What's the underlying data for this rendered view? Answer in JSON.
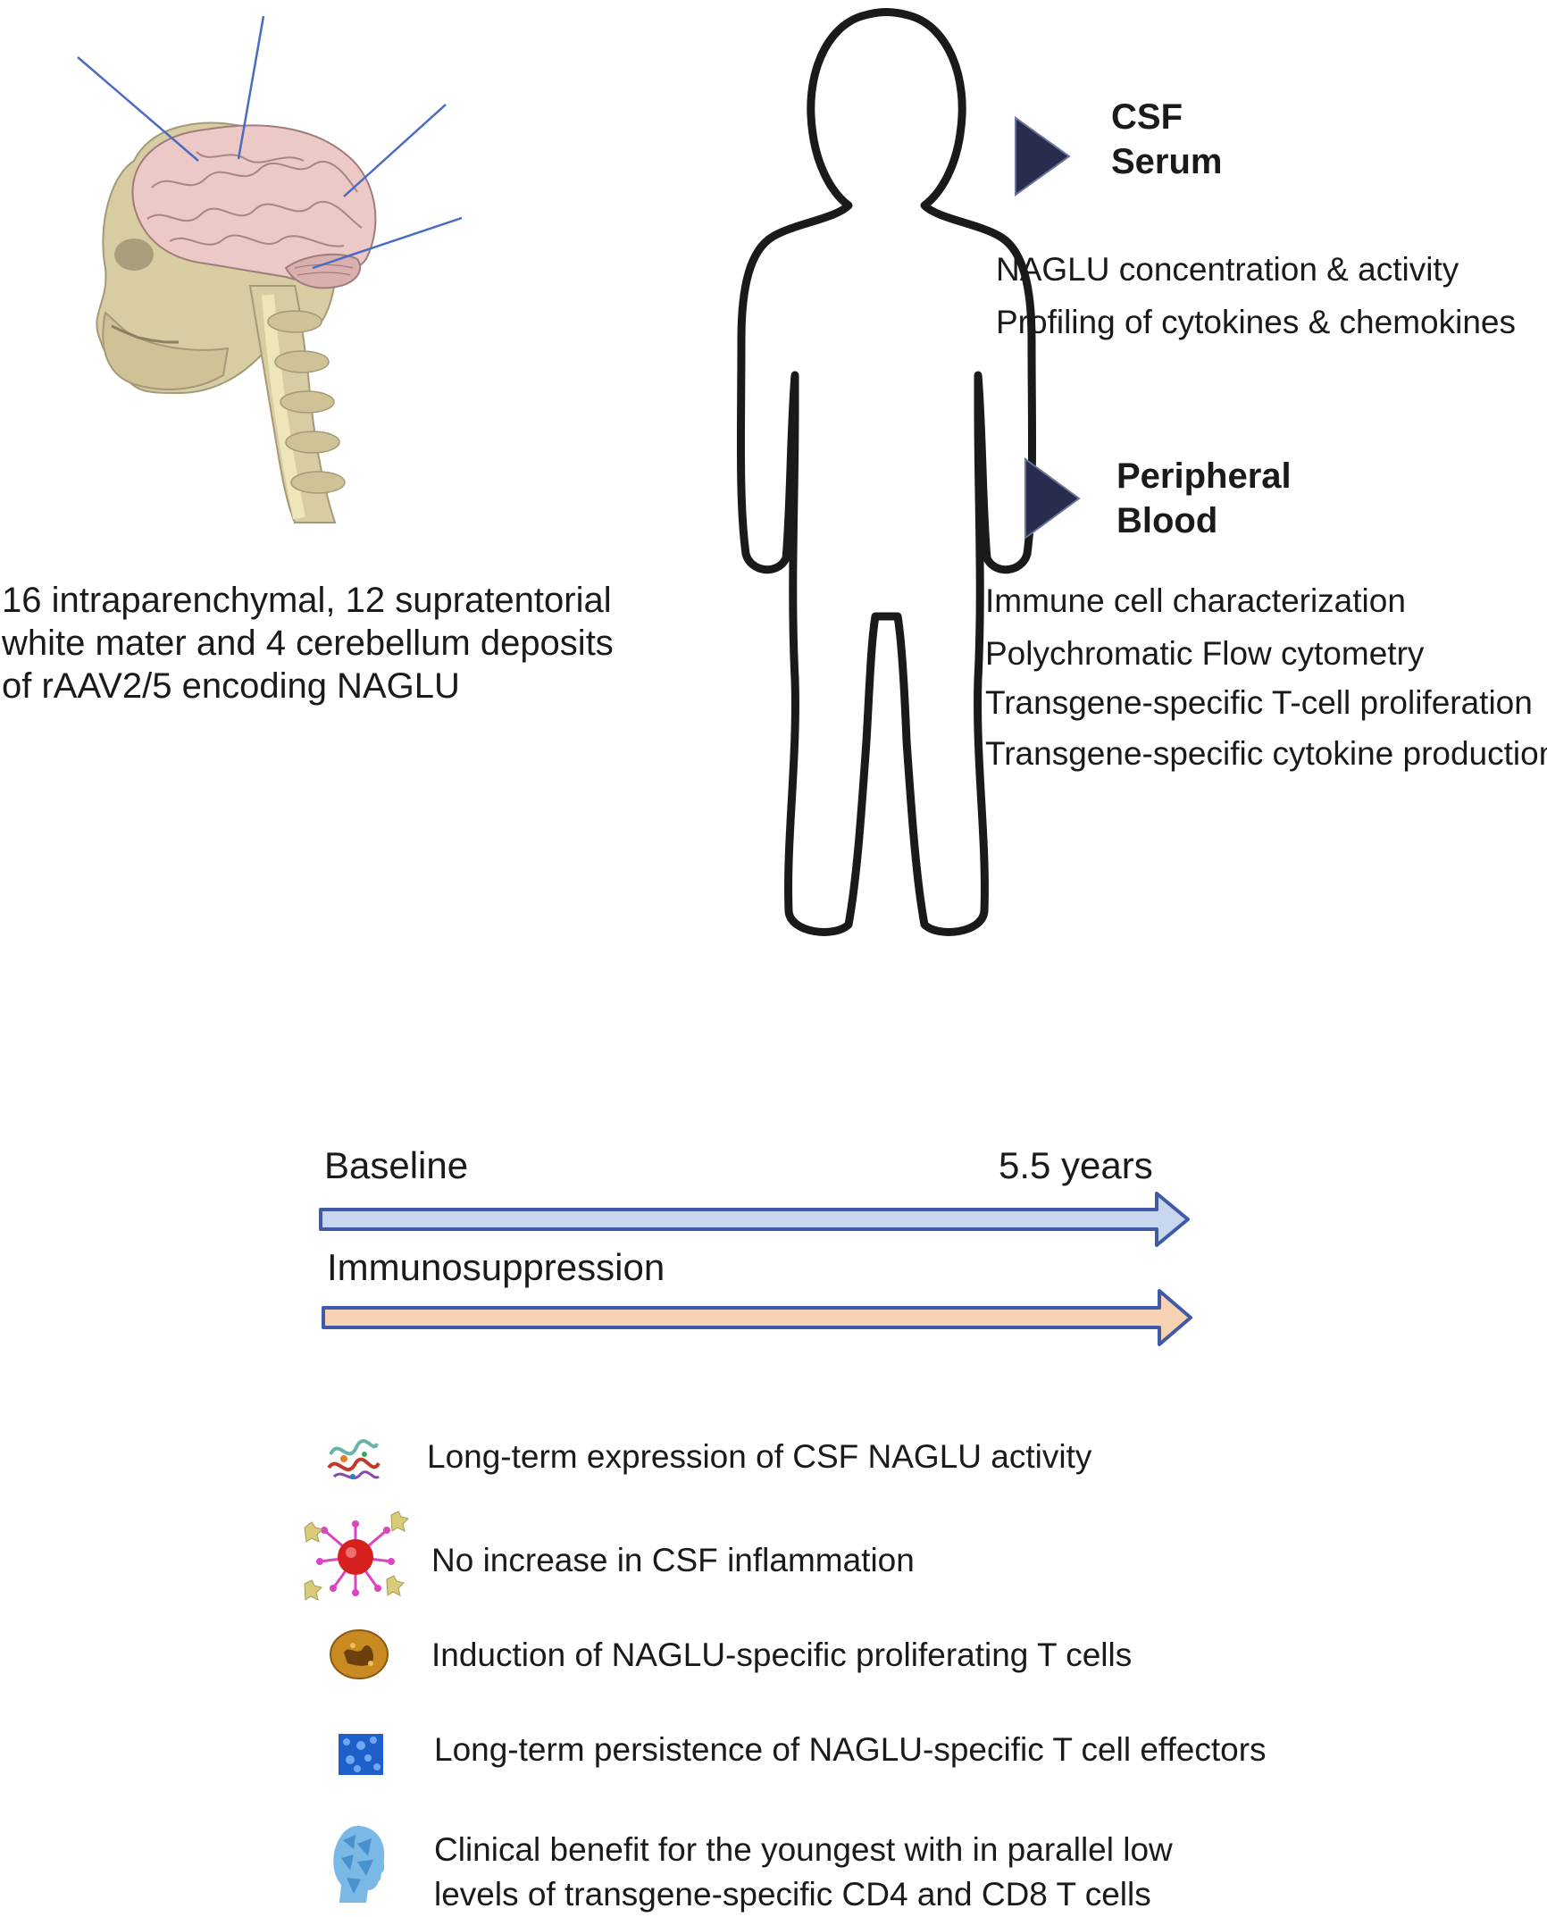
{
  "brain_caption": {
    "lines": [
      "16 intraparenchymal, 12 supratentorial",
      "white mater and 4 cerebellum deposits",
      "of rAAV2/5 encoding NAGLU"
    ]
  },
  "csf_section": {
    "title_lines": [
      "CSF",
      "Serum"
    ],
    "items": [
      "NAGLU concentration & activity",
      "Profiling of cytokines & chemokines"
    ],
    "marker_icon": "triangle-icon"
  },
  "blood_section": {
    "title_lines": [
      "Peripheral",
      "Blood"
    ],
    "items": [
      "Immune cell characterization",
      "Polychromatic Flow cytometry",
      "Transgene-specific T-cell proliferation",
      "Transgene-specific cytokine production"
    ],
    "marker_icon": "triangle-icon"
  },
  "timeline": {
    "start_label": "Baseline",
    "end_label": "5.5 years",
    "second_label": "Immunosuppression",
    "colors": {
      "baseline_arrow": "#c9d7ee",
      "immuno_arrow": "#f8d3b3",
      "arrow_outline": "#3f5aa6"
    }
  },
  "outcomes": [
    {
      "icon": "protein-structure-icon",
      "text": [
        "Long-term expression of CSF NAGLU activity"
      ]
    },
    {
      "icon": "cytokine-cell-icon",
      "text": [
        "No increase in CSF inflammation"
      ]
    },
    {
      "icon": "proliferating-cell-icon",
      "text": [
        "Induction of NAGLU-specific proliferating T cells"
      ]
    },
    {
      "icon": "effector-cell-icon",
      "text": [
        "Long-term persistence of NAGLU-specific T cell effectors"
      ]
    },
    {
      "icon": "head-profile-icon",
      "text": [
        "Clinical benefit for the youngest with in parallel low",
        "levels of transgene-specific CD4 and CD8 T cells"
      ]
    }
  ],
  "colors": {
    "triangle": "#262d4f",
    "pointer_lines": "#4a6cc0",
    "outline": "#1a1a1a"
  }
}
